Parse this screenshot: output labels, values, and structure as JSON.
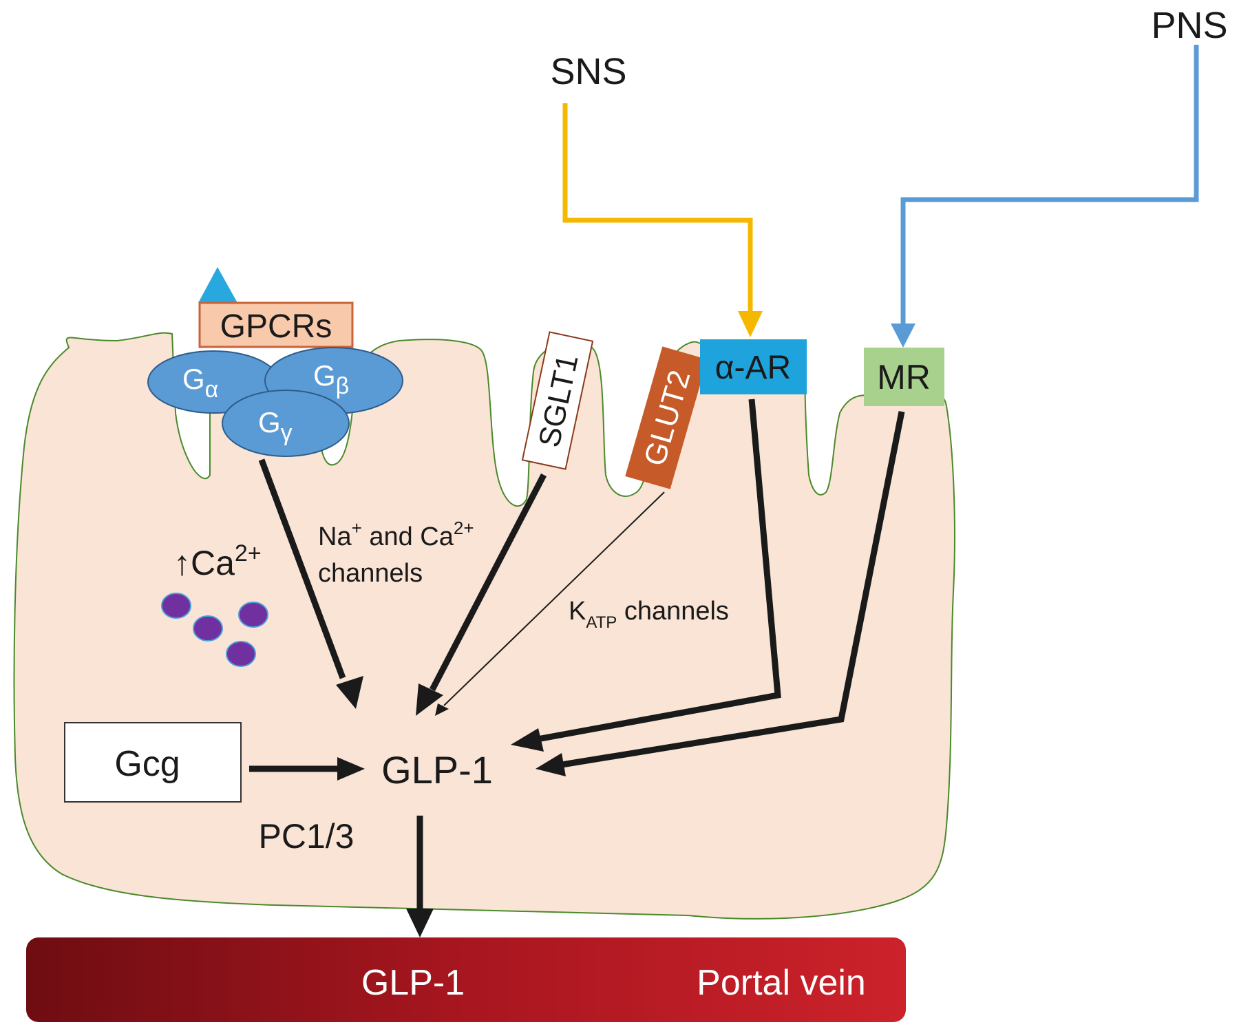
{
  "nerves": {
    "sns": "SNS",
    "pns": "PNS"
  },
  "receptors": {
    "gpcrs": "GPCRs",
    "sglt1": "SGLT1",
    "glut2": "GLUT2",
    "alpha_ar": "α-AR",
    "mr": "MR"
  },
  "g_proteins": {
    "g": "G",
    "alpha": "α",
    "beta": "β",
    "gamma": "γ"
  },
  "cell_labels": {
    "ca_arrow": "↑",
    "ca": "Ca",
    "ca_sup": "2+",
    "na": "Na",
    "na_sup": "+",
    "and_ca": " and Ca",
    "and_ca_sup": "2+",
    "channels": "channels",
    "k": "K",
    "atp": "ATP",
    "katp_channels": " channels",
    "gcg": "Gcg",
    "glp1": "GLP-1",
    "pc13": "PC1/3"
  },
  "vessel": {
    "glp1": "GLP-1",
    "portal_vein": "Portal vein"
  },
  "colors": {
    "cell_fill": "#f9e4d6",
    "cell_stroke": "#4a8a2a",
    "g_protein": "#5b9bd5",
    "gpcr_box": "#f8c9ab",
    "gpcr_border": "#c8643a",
    "ligand": "#29a8e0",
    "glut2": "#c65a28",
    "alpha_ar": "#1fa3dc",
    "mr": "#a9d18e",
    "sns_line": "#f5b800",
    "pns_line": "#5b9bd5",
    "granule": "#7030a0",
    "arrow": "#1a1a1a",
    "vessel_dark": "#7a1015",
    "vessel_light": "#c8202a"
  }
}
